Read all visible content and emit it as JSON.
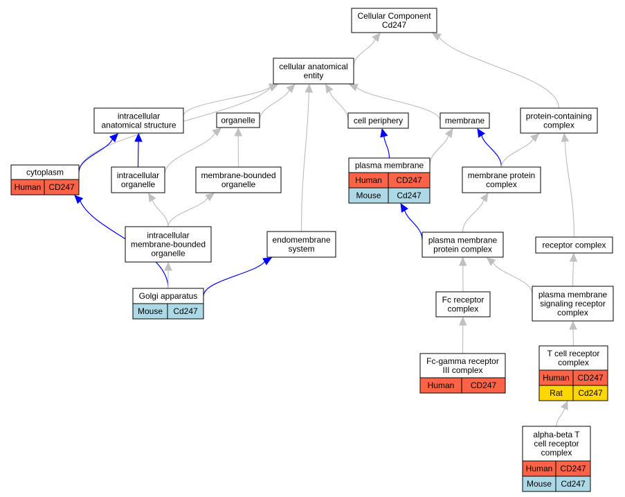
{
  "colors": {
    "human": "#ff6347",
    "mouse": "#add8e6",
    "rat": "#ffd700",
    "is_a_edge": "#c0c0c0",
    "part_of_edge": "#0000ff"
  },
  "nodes": {
    "cellular_component": {
      "lines": [
        "Cellular Component",
        "Cd247"
      ]
    },
    "cellular_anatomical_entity": {
      "lines": [
        "cellular anatomical",
        "entity"
      ]
    },
    "intracellular_anatomical_structure": {
      "lines": [
        "intracellular",
        "anatomical structure"
      ]
    },
    "organelle": {
      "lines": [
        "organelle"
      ]
    },
    "cell_periphery": {
      "lines": [
        "cell periphery"
      ]
    },
    "membrane": {
      "lines": [
        "membrane"
      ]
    },
    "protein_containing_complex": {
      "lines": [
        "protein-containing",
        "complex"
      ]
    },
    "cytoplasm": {
      "lines": [
        "cytoplasm"
      ],
      "annotations": [
        {
          "species": "Human",
          "gene": "CD247"
        }
      ]
    },
    "intracellular_organelle": {
      "lines": [
        "intracellular",
        "organelle"
      ]
    },
    "membrane_bounded_organelle": {
      "lines": [
        "membrane-bounded",
        "organelle"
      ]
    },
    "plasma_membrane": {
      "lines": [
        "plasma membrane"
      ],
      "annotations": [
        {
          "species": "Human",
          "gene": "CD247"
        },
        {
          "species": "Mouse",
          "gene": "Cd247"
        }
      ]
    },
    "membrane_protein_complex": {
      "lines": [
        "membrane protein",
        "complex"
      ]
    },
    "intracellular_membrane_bounded_organelle": {
      "lines": [
        "intracellular",
        "membrane-bounded",
        "organelle"
      ]
    },
    "endomembrane_system": {
      "lines": [
        "endomembrane",
        "system"
      ]
    },
    "plasma_membrane_protein_complex": {
      "lines": [
        "plasma membrane",
        "protein complex"
      ]
    },
    "receptor_complex": {
      "lines": [
        "receptor complex"
      ]
    },
    "golgi_apparatus": {
      "lines": [
        "Golgi apparatus"
      ],
      "annotations": [
        {
          "species": "Mouse",
          "gene": "Cd247"
        }
      ]
    },
    "fc_receptor_complex": {
      "lines": [
        "Fc receptor",
        "complex"
      ]
    },
    "plasma_membrane_signaling_receptor_complex": {
      "lines": [
        "plasma membrane",
        "signaling receptor",
        "complex"
      ]
    },
    "fc_gamma_receptor_iii_complex": {
      "lines": [
        "Fc-gamma receptor",
        "III complex"
      ],
      "annotations": [
        {
          "species": "Human",
          "gene": "CD247"
        }
      ]
    },
    "t_cell_receptor_complex": {
      "lines": [
        "T cell receptor",
        "complex"
      ],
      "annotations": [
        {
          "species": "Human",
          "gene": "CD247"
        },
        {
          "species": "Rat",
          "gene": "Cd247"
        }
      ]
    },
    "alpha_beta_t_cell_receptor_complex": {
      "lines": [
        "alpha-beta T",
        "cell receptor",
        "complex"
      ],
      "annotations": [
        {
          "species": "Human",
          "gene": "CD247"
        },
        {
          "species": "Mouse",
          "gene": "Cd247"
        }
      ]
    }
  },
  "edges": [
    {
      "from": "cellular_anatomical_entity",
      "to": "cellular_component",
      "kind": "is_a"
    },
    {
      "from": "protein_containing_complex",
      "to": "cellular_component",
      "kind": "is_a"
    },
    {
      "from": "intracellular_anatomical_structure",
      "to": "cellular_anatomical_entity",
      "kind": "is_a"
    },
    {
      "from": "organelle",
      "to": "cellular_anatomical_entity",
      "kind": "is_a"
    },
    {
      "from": "cell_periphery",
      "to": "cellular_anatomical_entity",
      "kind": "is_a"
    },
    {
      "from": "membrane",
      "to": "cellular_anatomical_entity",
      "kind": "is_a"
    },
    {
      "from": "cytoplasm",
      "to": "cellular_anatomical_entity",
      "kind": "is_a"
    },
    {
      "from": "endomembrane_system",
      "to": "cellular_anatomical_entity",
      "kind": "is_a"
    },
    {
      "from": "cytoplasm",
      "to": "intracellular_anatomical_structure",
      "kind": "part_of"
    },
    {
      "from": "intracellular_organelle",
      "to": "intracellular_anatomical_structure",
      "kind": "part_of"
    },
    {
      "from": "intracellular_organelle",
      "to": "organelle",
      "kind": "is_a"
    },
    {
      "from": "membrane_bounded_organelle",
      "to": "organelle",
      "kind": "is_a"
    },
    {
      "from": "plasma_membrane",
      "to": "cell_periphery",
      "kind": "part_of"
    },
    {
      "from": "plasma_membrane",
      "to": "membrane",
      "kind": "is_a"
    },
    {
      "from": "membrane_protein_complex",
      "to": "membrane",
      "kind": "part_of"
    },
    {
      "from": "membrane_protein_complex",
      "to": "protein_containing_complex",
      "kind": "is_a"
    },
    {
      "from": "receptor_complex",
      "to": "protein_containing_complex",
      "kind": "is_a"
    },
    {
      "from": "intracellular_membrane_bounded_organelle",
      "to": "intracellular_organelle",
      "kind": "is_a"
    },
    {
      "from": "intracellular_membrane_bounded_organelle",
      "to": "membrane_bounded_organelle",
      "kind": "is_a"
    },
    {
      "from": "plasma_membrane_protein_complex",
      "to": "plasma_membrane",
      "kind": "part_of"
    },
    {
      "from": "plasma_membrane_protein_complex",
      "to": "membrane_protein_complex",
      "kind": "is_a"
    },
    {
      "from": "golgi_apparatus",
      "to": "cytoplasm",
      "kind": "part_of"
    },
    {
      "from": "golgi_apparatus",
      "to": "intracellular_membrane_bounded_organelle",
      "kind": "is_a"
    },
    {
      "from": "golgi_apparatus",
      "to": "endomembrane_system",
      "kind": "part_of"
    },
    {
      "from": "fc_receptor_complex",
      "to": "plasma_membrane_protein_complex",
      "kind": "is_a"
    },
    {
      "from": "plasma_membrane_signaling_receptor_complex",
      "to": "plasma_membrane_protein_complex",
      "kind": "is_a"
    },
    {
      "from": "plasma_membrane_signaling_receptor_complex",
      "to": "receptor_complex",
      "kind": "is_a"
    },
    {
      "from": "fc_gamma_receptor_iii_complex",
      "to": "fc_receptor_complex",
      "kind": "is_a"
    },
    {
      "from": "t_cell_receptor_complex",
      "to": "plasma_membrane_signaling_receptor_complex",
      "kind": "is_a"
    },
    {
      "from": "alpha_beta_t_cell_receptor_complex",
      "to": "t_cell_receptor_complex",
      "kind": "is_a"
    }
  ]
}
